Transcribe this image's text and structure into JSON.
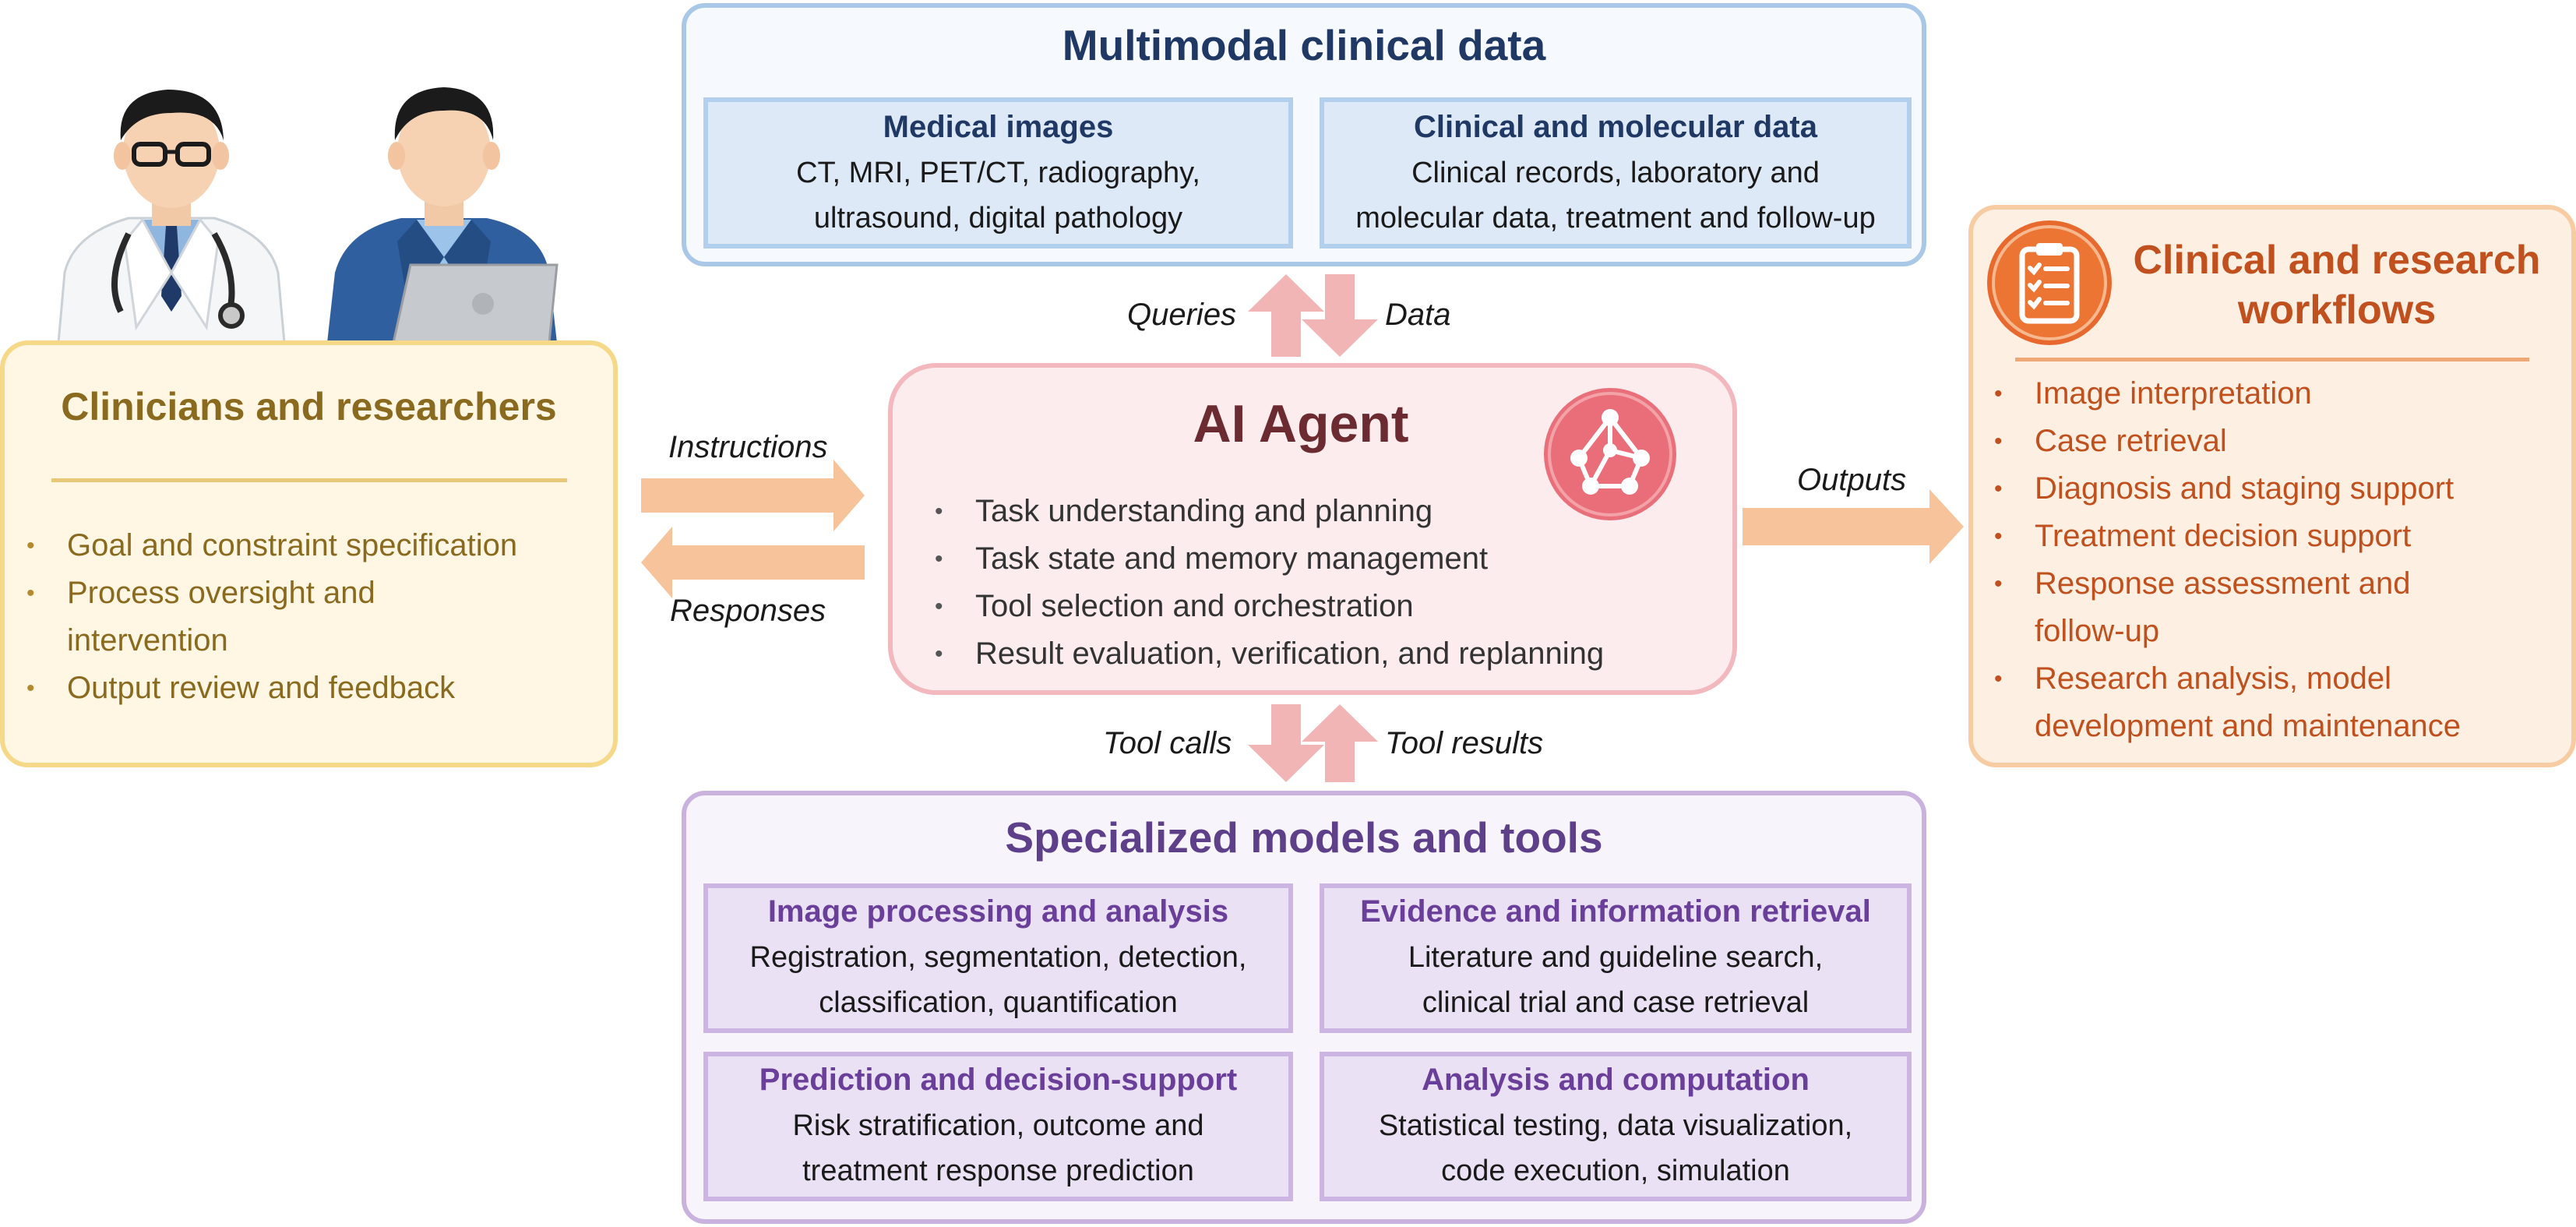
{
  "multimodal": {
    "title": "Multimodal clinical data",
    "medical_images": {
      "title": "Medical images",
      "line1": "CT, MRI, PET/CT, radiography,",
      "line2": "ultrasound, digital pathology"
    },
    "clinical_molecular": {
      "title": "Clinical and molecular data",
      "line1": "Clinical records, laboratory and",
      "line2": "molecular data, treatment and follow-up"
    }
  },
  "clinicians": {
    "title": "Clinicians and researchers",
    "items": [
      {
        "line1": "Goal and constraint specification",
        "line2": ""
      },
      {
        "line1": "Process oversight and",
        "line2": "intervention"
      },
      {
        "line1": "Output review and feedback",
        "line2": ""
      }
    ]
  },
  "agent": {
    "title": "AI Agent",
    "items": [
      "Task understanding and planning",
      "Task state and memory management",
      "Tool selection and orchestration",
      "Result evaluation, verification, and replanning"
    ]
  },
  "workflows": {
    "title_line1": "Clinical and research",
    "title_line2": "workflows",
    "items": [
      {
        "line1": "Image interpretation",
        "line2": ""
      },
      {
        "line1": "Case retrieval",
        "line2": ""
      },
      {
        "line1": "Diagnosis and staging support",
        "line2": ""
      },
      {
        "line1": "Treatment decision support",
        "line2": ""
      },
      {
        "line1": "Response assessment and",
        "line2": "follow-up"
      },
      {
        "line1": "Research analysis, model",
        "line2": "development and maintenance"
      }
    ]
  },
  "tools": {
    "title": "Specialized models and tools",
    "image_processing": {
      "title": "Image processing and analysis",
      "line1": "Registration, segmentation, detection,",
      "line2": "classification, quantification"
    },
    "evidence": {
      "title": "Evidence and information retrieval",
      "line1": "Literature and guideline search,",
      "line2": "clinical trial and case retrieval"
    },
    "prediction": {
      "title": "Prediction and decision-support",
      "line1": "Risk stratification, outcome and",
      "line2": "treatment response prediction"
    },
    "analysis": {
      "title": "Analysis and computation",
      "line1": "Statistical testing, data visualization,",
      "line2": "code execution, simulation"
    }
  },
  "arrows": {
    "queries": "Queries",
    "data": "Data",
    "instructions": "Instructions",
    "responses": "Responses",
    "outputs": "Outputs",
    "tool_calls": "Tool calls",
    "tool_results": "Tool results"
  },
  "icons": {
    "doctor": "doctor-illustration",
    "researcher": "researcher-with-laptop-illustration",
    "agent": "network-nodes-icon",
    "workflows": "clipboard-checklist-icon"
  },
  "colors": {
    "blue_accent": "#1f3864",
    "yellow_accent": "#8a6a1f",
    "agent_accent": "#6b2b30",
    "orange_accent": "#c0501d",
    "purple_accent": "#5d3f8a",
    "horizontal_arrow": "#f7c39a",
    "vertical_arrow": "#f2b5b5"
  }
}
